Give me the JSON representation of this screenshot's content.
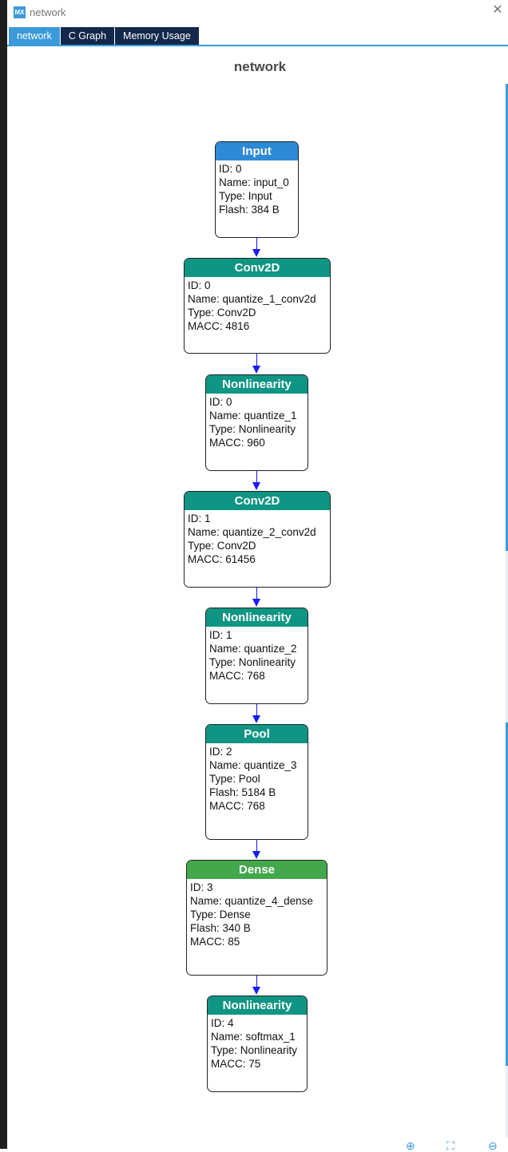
{
  "window": {
    "title": "network",
    "logo_text": "MX"
  },
  "tabs": [
    {
      "label": "network",
      "active": true
    },
    {
      "label": "C Graph",
      "active": false
    },
    {
      "label": "Memory Usage",
      "active": false
    }
  ],
  "page_title": "network",
  "colors": {
    "accent": "#3b9ad9",
    "tab_dark": "#13284a",
    "node_teal": "#0f9583",
    "node_input": "#2c8ad7",
    "node_dense": "#43a84b",
    "edge": "#1a1aff"
  },
  "nodes": [
    {
      "title": "Input",
      "lines": [
        "ID: 0",
        "Name: input_0",
        "Type: Input",
        "Flash: 384 B"
      ]
    },
    {
      "title": "Conv2D",
      "lines": [
        "ID: 0",
        "Name: quantize_1_conv2d",
        "Type: Conv2D",
        "MACC: 4816"
      ]
    },
    {
      "title": "Nonlinearity",
      "lines": [
        "ID: 0",
        "Name: quantize_1",
        "Type: Nonlinearity",
        "MACC: 960"
      ]
    },
    {
      "title": "Conv2D",
      "lines": [
        "ID: 1",
        "Name: quantize_2_conv2d",
        "Type: Conv2D",
        "MACC: 61456"
      ]
    },
    {
      "title": "Nonlinearity",
      "lines": [
        "ID: 1",
        "Name: quantize_2",
        "Type: Nonlinearity",
        "MACC: 768"
      ]
    },
    {
      "title": "Pool",
      "lines": [
        "ID: 2",
        "Name: quantize_3",
        "Type: Pool",
        "Flash: 5184 B",
        "MACC: 768"
      ]
    },
    {
      "title": "Dense",
      "lines": [
        "ID: 3",
        "Name: quantize_4_dense",
        "Type: Dense",
        "Flash: 340 B",
        "MACC: 85"
      ]
    },
    {
      "title": "Nonlinearity",
      "lines": [
        "ID: 4",
        "Name: softmax_1",
        "Type: Nonlinearity",
        "MACC: 75"
      ]
    }
  ]
}
